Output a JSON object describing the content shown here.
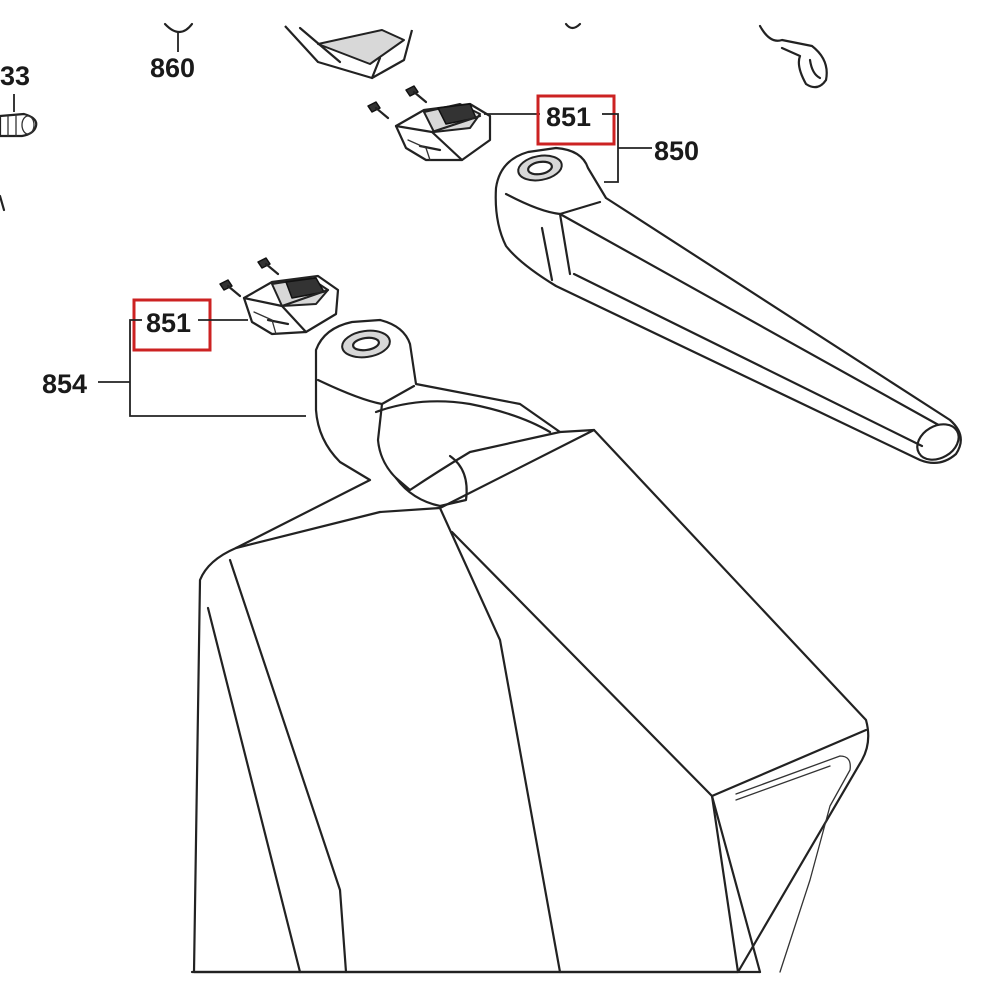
{
  "labels": {
    "part_860": "860",
    "part_33": "33",
    "part_851_upper": "851",
    "part_850": "850",
    "part_851_lower": "851",
    "part_854": "854"
  },
  "highlight_color": "#cc2222"
}
